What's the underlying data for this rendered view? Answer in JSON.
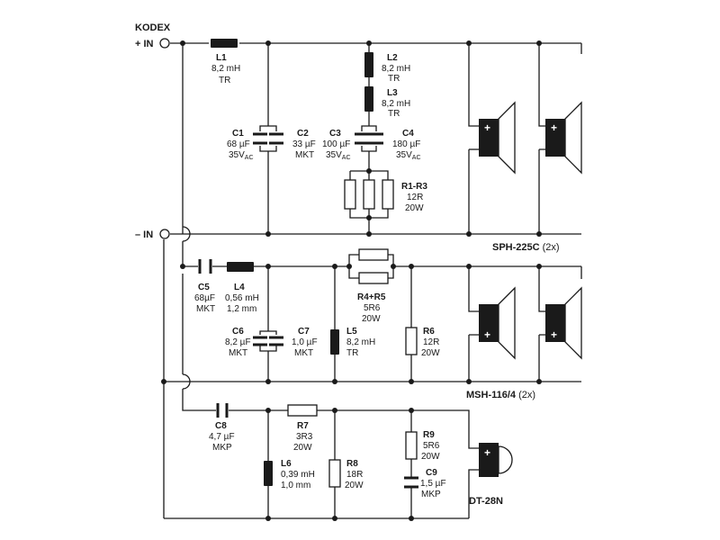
{
  "brand": "KODEX",
  "terminals": {
    "plus": "+ IN",
    "minus": "– IN"
  },
  "tweeter_section": {
    "L1": {
      "name": "L1",
      "value": "8,2 mH",
      "type": "TR"
    },
    "C1": {
      "name": "C1",
      "value": "68 µF",
      "voltage": "35V",
      "voltage_sub": "AC"
    },
    "C2": {
      "name": "C2",
      "value": "33 µF",
      "type": "MKT"
    },
    "L2": {
      "name": "L2",
      "value": "8,2 mH",
      "type": "TR"
    },
    "L3": {
      "name": "L3",
      "value": "8,2 mH",
      "type": "TR"
    },
    "C3": {
      "name": "C3",
      "value": "100 µF",
      "voltage": "35V",
      "voltage_sub": "AC"
    },
    "C4": {
      "name": "C4",
      "value": "180 µF",
      "voltage": "35V",
      "voltage_sub": "AC"
    },
    "R1R3": {
      "name": "R1-R3",
      "value": "12R",
      "power": "20W"
    },
    "speaker": {
      "model": "SPH-225C",
      "qty": "(2x)"
    }
  },
  "mid_section": {
    "C5": {
      "name": "C5",
      "value": "68µF",
      "type": "MKT"
    },
    "L4": {
      "name": "L4",
      "value": "0,56 mH",
      "wire": "1,2 mm"
    },
    "R4R5": {
      "name": "R4+R5",
      "value": "5R6",
      "power": "20W"
    },
    "C6": {
      "name": "C6",
      "value": "8,2 µF",
      "type": "MKT"
    },
    "C7": {
      "name": "C7",
      "value": "1,0 µF",
      "type": "MKT"
    },
    "L5": {
      "name": "L5",
      "value": "8,2 mH",
      "type": "TR"
    },
    "R6": {
      "name": "R6",
      "value": "12R",
      "power": "20W"
    },
    "speaker": {
      "model": "MSH-116/4",
      "qty": "(2x)"
    }
  },
  "high_section": {
    "C8": {
      "name": "C8",
      "value": "4,7 µF",
      "type": "MKP"
    },
    "R7": {
      "name": "R7",
      "value": "3R3",
      "power": "20W"
    },
    "L6": {
      "name": "L6",
      "value": "0,39 mH",
      "wire": "1,0 mm"
    },
    "R8": {
      "name": "R8",
      "value": "18R",
      "power": "20W"
    },
    "R9": {
      "name": "R9",
      "value": "5R6",
      "power": "20W"
    },
    "C9": {
      "name": "C9",
      "value": "1,5 µF",
      "type": "MKP"
    },
    "speaker": {
      "model": "DT-28N"
    }
  },
  "speaker_polarity": "+"
}
